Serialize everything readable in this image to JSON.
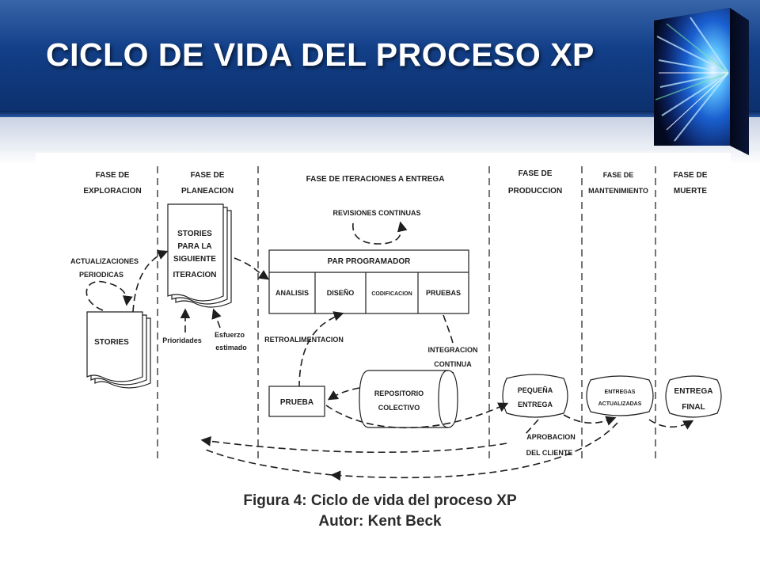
{
  "slide": {
    "title": "CICLO DE VIDA DEL PROCESO XP"
  },
  "diagram": {
    "phases": [
      {
        "line1": "FASE DE",
        "line2": "EXPLORACION"
      },
      {
        "line1": "FASE DE",
        "line2": "PLANEACION"
      },
      {
        "line1": "FASE DE ITERACIONES A ENTREGA",
        "line2": ""
      },
      {
        "line1": "FASE DE",
        "line2": "PRODUCCION"
      },
      {
        "line1": "FASE DE",
        "line2": "MANTENIMIENTO"
      },
      {
        "line1": "FASE DE",
        "line2": "MUERTE"
      }
    ],
    "stories": "STORIES",
    "updates": {
      "line1": "ACTUALIZACIONES",
      "line2": "PERIODICAS"
    },
    "next_stories": {
      "line1": "STORIES",
      "line2": "PARA LA",
      "line3": "SIGUIENTE",
      "line4": "ITERACION"
    },
    "priorities": "Prioridades",
    "effort": {
      "line1": "Esfuerzo",
      "line2": "estimado"
    },
    "continuous_reviews": "REVISIONES CONTINUAS",
    "pair_programmer": "PAR PROGRAMADOR",
    "activities": [
      "ANALISIS",
      "DISEÑO",
      "CODIFICACION",
      "PRUEBAS"
    ],
    "feedback": "RETROALIMENTACION",
    "continuous_integration": {
      "line1": "INTEGRACION",
      "line2": "CONTINUA"
    },
    "test": "PRUEBA",
    "repository": {
      "line1": "REPOSITORIO",
      "line2": "COLECTIVO"
    },
    "small_release": {
      "line1": "PEQUEÑA",
      "line2": "ENTREGA"
    },
    "updated_releases": {
      "line1": "ENTREGAS",
      "line2": "ACTUALIZADAS"
    },
    "final_release": {
      "line1": "ENTREGA",
      "line2": "FINAL"
    },
    "customer_approval": {
      "line1": "APROBACION",
      "line2": "DEL CLIENTE"
    }
  },
  "caption": {
    "line1": "Figura 4: Ciclo de vida del proceso XP",
    "line2": "Autor: Kent Beck"
  }
}
